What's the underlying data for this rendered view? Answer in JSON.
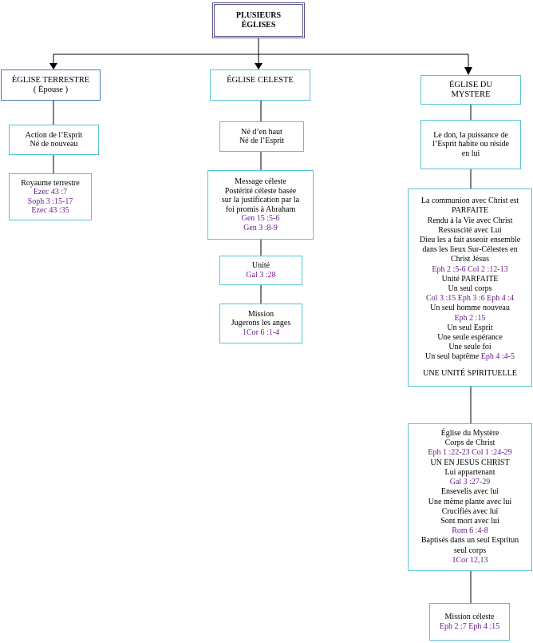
{
  "title": {
    "line1": "PLUSIEURS",
    "line2": "ÉGLISES"
  },
  "terrestre": {
    "header": {
      "line1": "ÉGLISE  TERRESTRE",
      "line2": "( Épouse )"
    },
    "action": {
      "line1": "Action de l’Esprit",
      "line2": "Né de nouveau"
    },
    "royaume": {
      "line1": "Royaume terrestre",
      "ref1": "Ezec 43 :7",
      "ref2": "Soph 3 :15-17",
      "ref3": "Ezec 43 :35"
    }
  },
  "celeste": {
    "header": "ÉGLISE  CELESTE",
    "ne": {
      "line1": "Né d’en haut",
      "line2": "Né de l’Esprit"
    },
    "message": {
      "line1": "Message céleste",
      "line2": "Postérité  céleste basée",
      "line3": "sur la justification par la",
      "line4": "foi promis à Abraham",
      "ref1": "Gen 15 :5-6",
      "ref2": "Gen 3 :8-9"
    },
    "unite": {
      "line1": "Unité",
      "ref1": "Gal 3 :28"
    },
    "mission": {
      "line1": "Mission",
      "line2": "Jugerons les anges",
      "ref1": "1Cor 6 :1-4"
    }
  },
  "mystere": {
    "header": {
      "line1": "ÉGLISE  DU",
      "line2": "MYSTERE"
    },
    "don": {
      "line1": "Le don, la puissance de",
      "line2": "l’Esprit habite ou réside",
      "line3": "en lui"
    },
    "communion": {
      "l1": "La communion avec Christ est",
      "l2": "PARFAITE",
      "l3": "Rendu à la Vie avec Christ",
      "l4": "Ressuscité avec Lui",
      "l5": "Dieu les a fait asseoir ensemble",
      "l6": "dans les lieux Sur-Célestes en",
      "l7": "Christ Jésus",
      "r1": "Eph 2 :5-6 Col 2 :12-13",
      "l8": "Unité PARFAITE",
      "l9": "Un seul corps",
      "r2": "Col 3 :15 Eph 3 :6 Eph 4 :4",
      "l10": "Un seul homme nouveau",
      "r3": "Eph 2 :15",
      "l11": "Un seul Esprit",
      "l12": "Une seule espérance",
      "l13": "Une seule foi",
      "l14a": "Un seul baptême",
      "r4": "Eph 4 :4-5",
      "l15": "UNE UNITÉ SPIRITUELLE"
    },
    "corps": {
      "l1": "Église du Mystère",
      "l2": "Corps de Christ",
      "r1": "Eph 1 :22-23 Col 1 :24-29",
      "l3": "UN EN JESUS CHRIST",
      "l4": "Lui appartenant",
      "r2": "Gal 3 :27-29",
      "l5": "Ensevelis avec lui",
      "l6": "Une même plante avec lui",
      "l7": "Crucifiés avec lui",
      "l8": "Sont mort avec lui",
      "r3": "Rom 6 :4-8",
      "l9": "Baptisés dans un seul Espritun",
      "l10": "seul corps",
      "r4": "1Cor 12,13"
    },
    "mission": {
      "line1": "Mission céleste",
      "r1": "Eph 2 :7 Eph 4 :15"
    }
  },
  "colors": {
    "box_border": "#57c3d3",
    "header_border": "#4a78b5",
    "reference_text": "#6a1b8a",
    "connector": "#000000"
  }
}
